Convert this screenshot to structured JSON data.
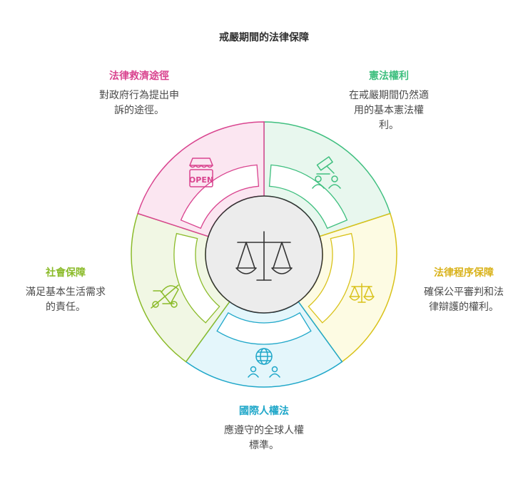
{
  "title": "戒嚴期間的法律保障",
  "center_icon": "scales-icon",
  "sections": [
    {
      "key": "constitutional",
      "heading": "憲法權利",
      "desc_lines": [
        "在戒嚴期間仍然適",
        "用的基本憲法權",
        "利。"
      ],
      "icon": "gavel-people-icon",
      "accent": "#3fbf7f",
      "fill": "#e8f7ee"
    },
    {
      "key": "due-process",
      "heading": "法律程序保障",
      "desc_lines": [
        "確保公平審判和法",
        "律辯護的權利。"
      ],
      "icon": "scales-icon",
      "accent": "#d9c21a",
      "fill": "#fdfbe3"
    },
    {
      "key": "international",
      "heading": "國際人權法",
      "desc_lines": [
        "應遵守的全球人權",
        "標準。"
      ],
      "icon": "globe-people-icon",
      "accent": "#1fa7c9",
      "fill": "#e4f6fb"
    },
    {
      "key": "social",
      "heading": "社會保障",
      "desc_lines": [
        "滿足基本生活需求",
        "的責任。"
      ],
      "icon": "stroller-icon",
      "accent": "#8bbb2a",
      "fill": "#f1f7e4"
    },
    {
      "key": "remedy",
      "heading": "法律救濟途徑",
      "desc_lines": [
        "對政府行為提出申",
        "訴的途徑。"
      ],
      "icon": "open-shop-icon",
      "icon_text": "OPEN",
      "accent": "#d9448f",
      "fill": "#fbe6f1"
    }
  ]
}
